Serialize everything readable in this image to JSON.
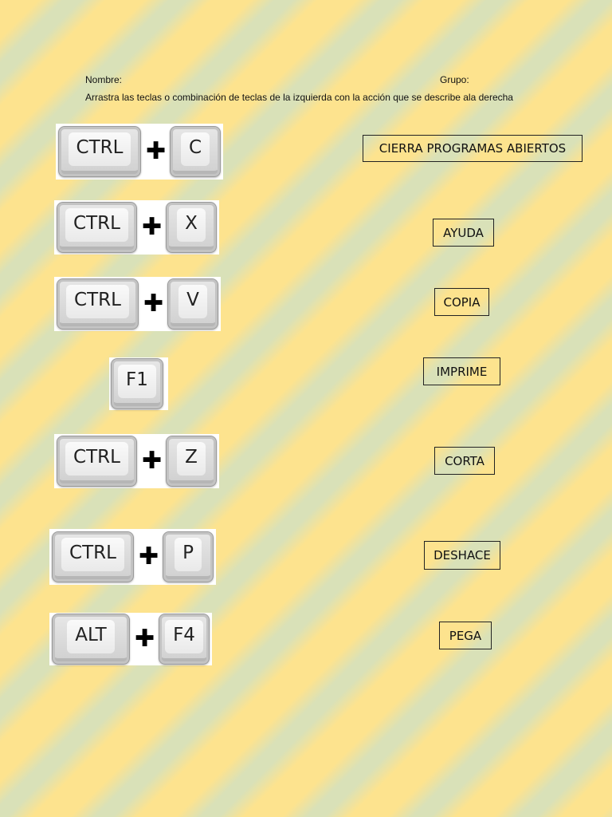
{
  "header": {
    "name_label": "Nombre:",
    "group_label": "Grupo:",
    "instructions": "Arrastra  las teclas o combinación de teclas de la izquierda con la acción que se describe ala derecha"
  },
  "combos": [
    {
      "keys": [
        "CTRL",
        "C"
      ],
      "plus": "✚"
    },
    {
      "keys": [
        "CTRL",
        "X"
      ],
      "plus": "✚"
    },
    {
      "keys": [
        "CTRL",
        "V"
      ],
      "plus": "✚"
    },
    {
      "keys": [
        "F1"
      ]
    },
    {
      "keys": [
        "CTRL",
        "Z"
      ],
      "plus": "✚"
    },
    {
      "keys": [
        "CTRL",
        "P"
      ],
      "plus": "✚"
    },
    {
      "keys": [
        "ALT",
        "F4"
      ],
      "plus": "✚"
    }
  ],
  "actions": [
    "CIERRA PROGRAMAS ABIERTOS",
    "AYUDA",
    "COPIA",
    "IMPRIME",
    "CORTA",
    "DESHACE",
    "PEGA"
  ]
}
